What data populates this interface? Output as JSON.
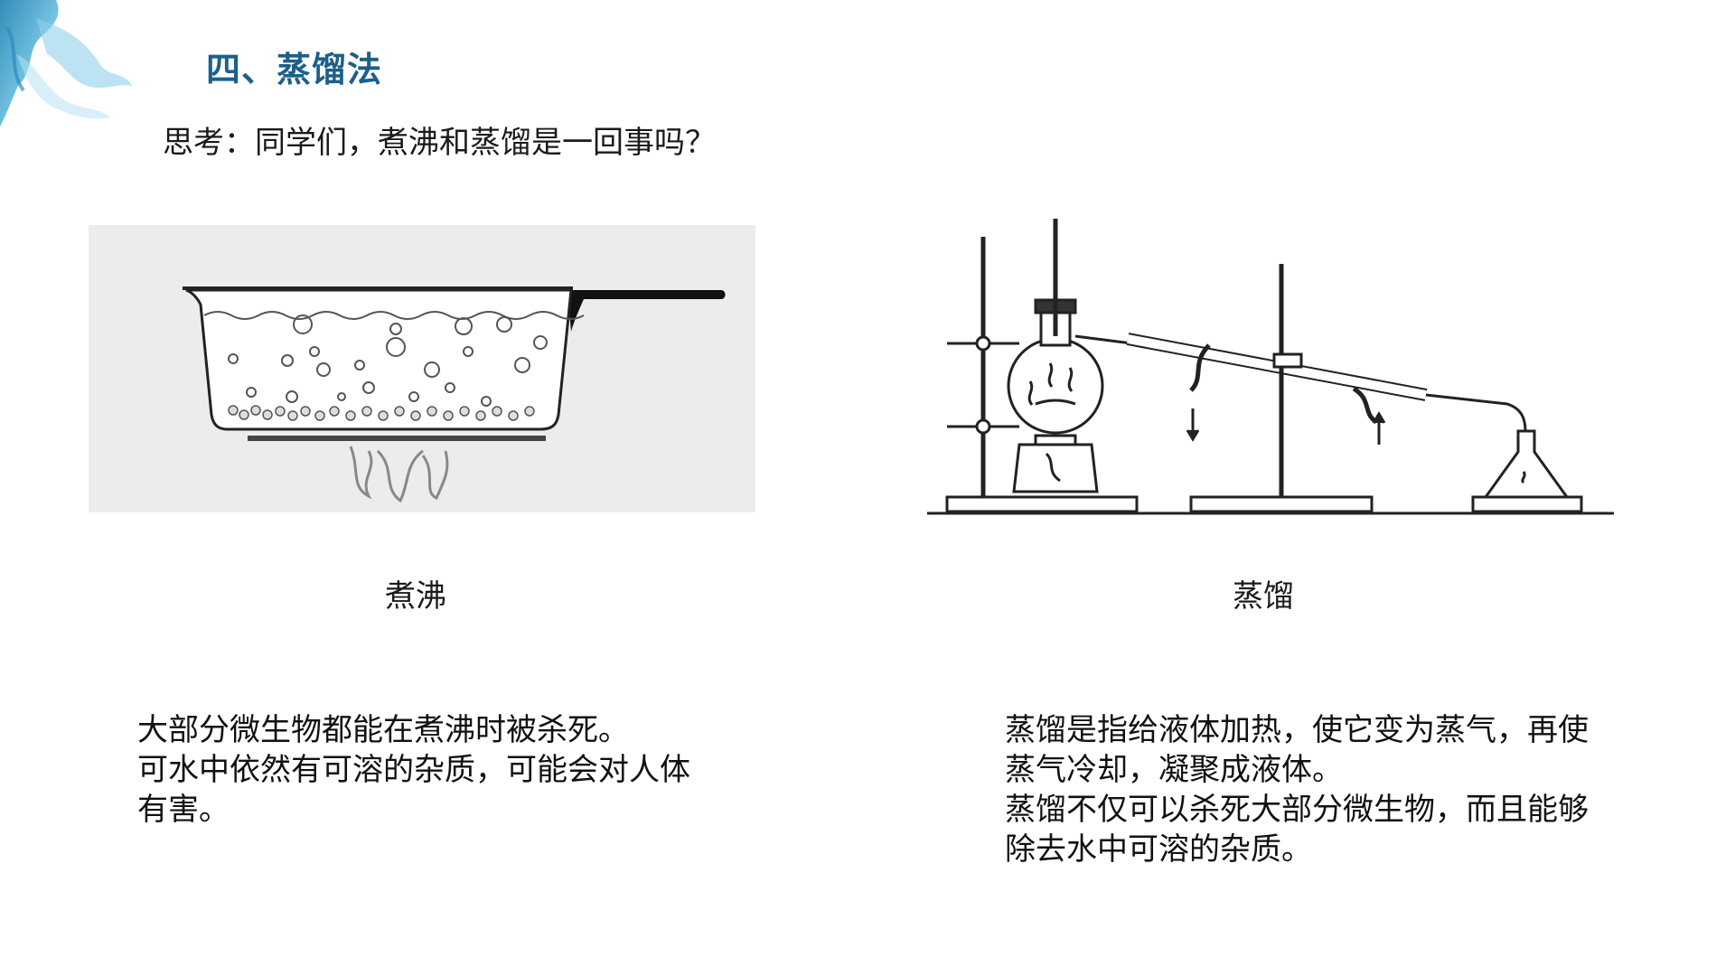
{
  "slide": {
    "title": "四、蒸馏法",
    "question": "思考：同学们，煮沸和蒸馏是一回事吗？"
  },
  "figures": {
    "boiling": {
      "caption": "煮沸",
      "icon": "boiling-pot-illustration"
    },
    "distillation": {
      "caption": "蒸馏",
      "icon": "distillation-apparatus-illustration"
    }
  },
  "texts": {
    "left_lines": [
      "大部分微生物都能在煮沸时被杀死。",
      "可水中依然有可溶的杂质，可能会对人体",
      "有害。"
    ],
    "right_lines": [
      "蒸馏是指给液体加热，使它变为蒸气，再使",
      "蒸气冷却，凝聚成液体。",
      "蒸馏不仅可以杀死大部分微生物，而且能够",
      "除去水中可溶的杂质。"
    ]
  },
  "colors": {
    "title": "#1c5f8c",
    "corner_art": "#4aa8d0"
  }
}
